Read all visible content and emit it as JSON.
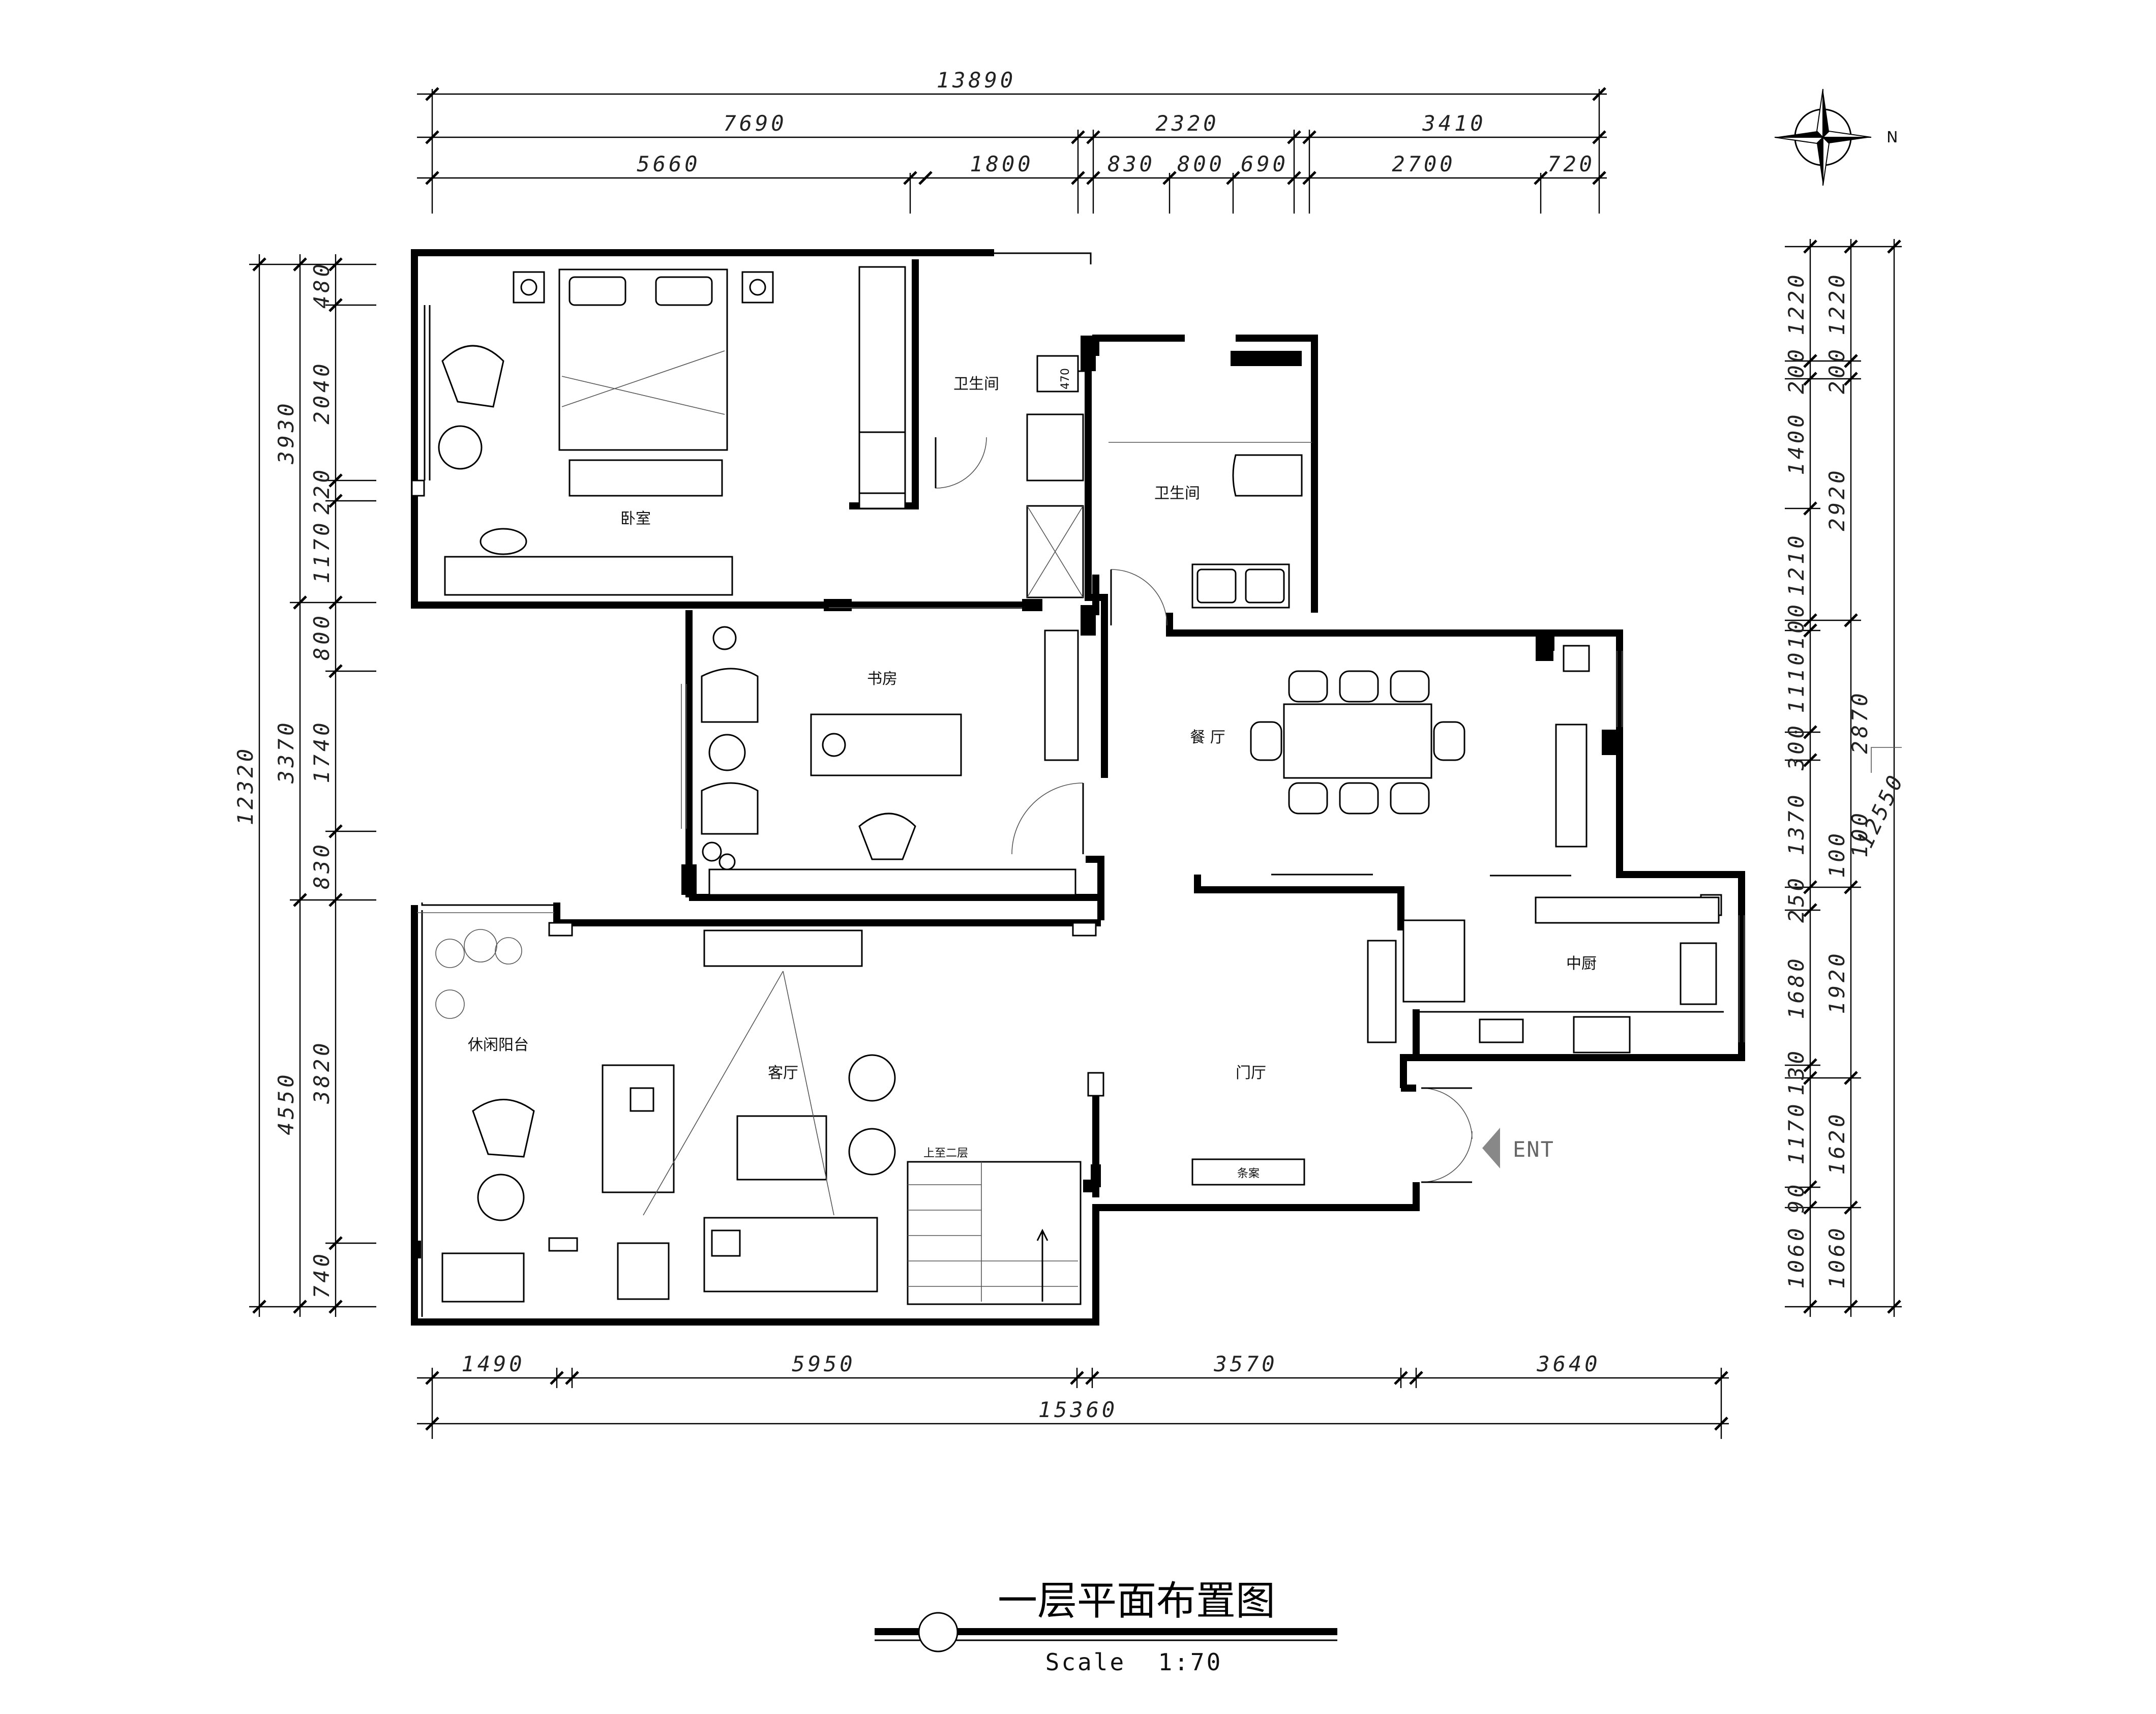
{
  "drawing": {
    "title": "一层平面布置图",
    "scale": "Scale  1:70",
    "north": "N",
    "entrance": "ENT"
  },
  "dimensions": {
    "top_total": "13890",
    "top_row1": [
      "7690",
      "2320",
      "3410"
    ],
    "top_row2": [
      "5660",
      "1800",
      "830",
      "800",
      "690",
      "2700",
      "720"
    ],
    "bottom_row": [
      "1490",
      "5950",
      "3570",
      "3640"
    ],
    "bottom_total": "15360",
    "left_total": "12320",
    "left_mid": [
      "3930",
      "3370",
      "4550"
    ],
    "left_inner": [
      "480",
      "2040",
      "220",
      "1170",
      "800",
      "1740",
      "830",
      "3820",
      "740"
    ],
    "right_inner": [
      "1220",
      "200",
      "1400",
      "1210",
      "100",
      "1110",
      "300",
      "1370",
      "250",
      "1680",
      "130",
      "1170",
      "90",
      "1060"
    ],
    "right_mid": [
      "1220",
      "200",
      "2920",
      "100",
      "2870",
      "100",
      "1920",
      "1620",
      "1060"
    ],
    "right_total": "12550",
    "fixture_label": "470"
  },
  "rooms": {
    "bedroom": "卧室",
    "bath1": "卫生间",
    "bath2": "卫生间",
    "study": "书房",
    "dining": "餐 厅",
    "kitchen": "中厨",
    "living": "客厅",
    "foyer": "门厅",
    "balcony": "休闲阳台",
    "stairs": "上至二层",
    "console": "条案"
  },
  "icons": [
    "compass-rose-icon",
    "entrance-arrow-icon",
    "scale-circle-icon"
  ]
}
